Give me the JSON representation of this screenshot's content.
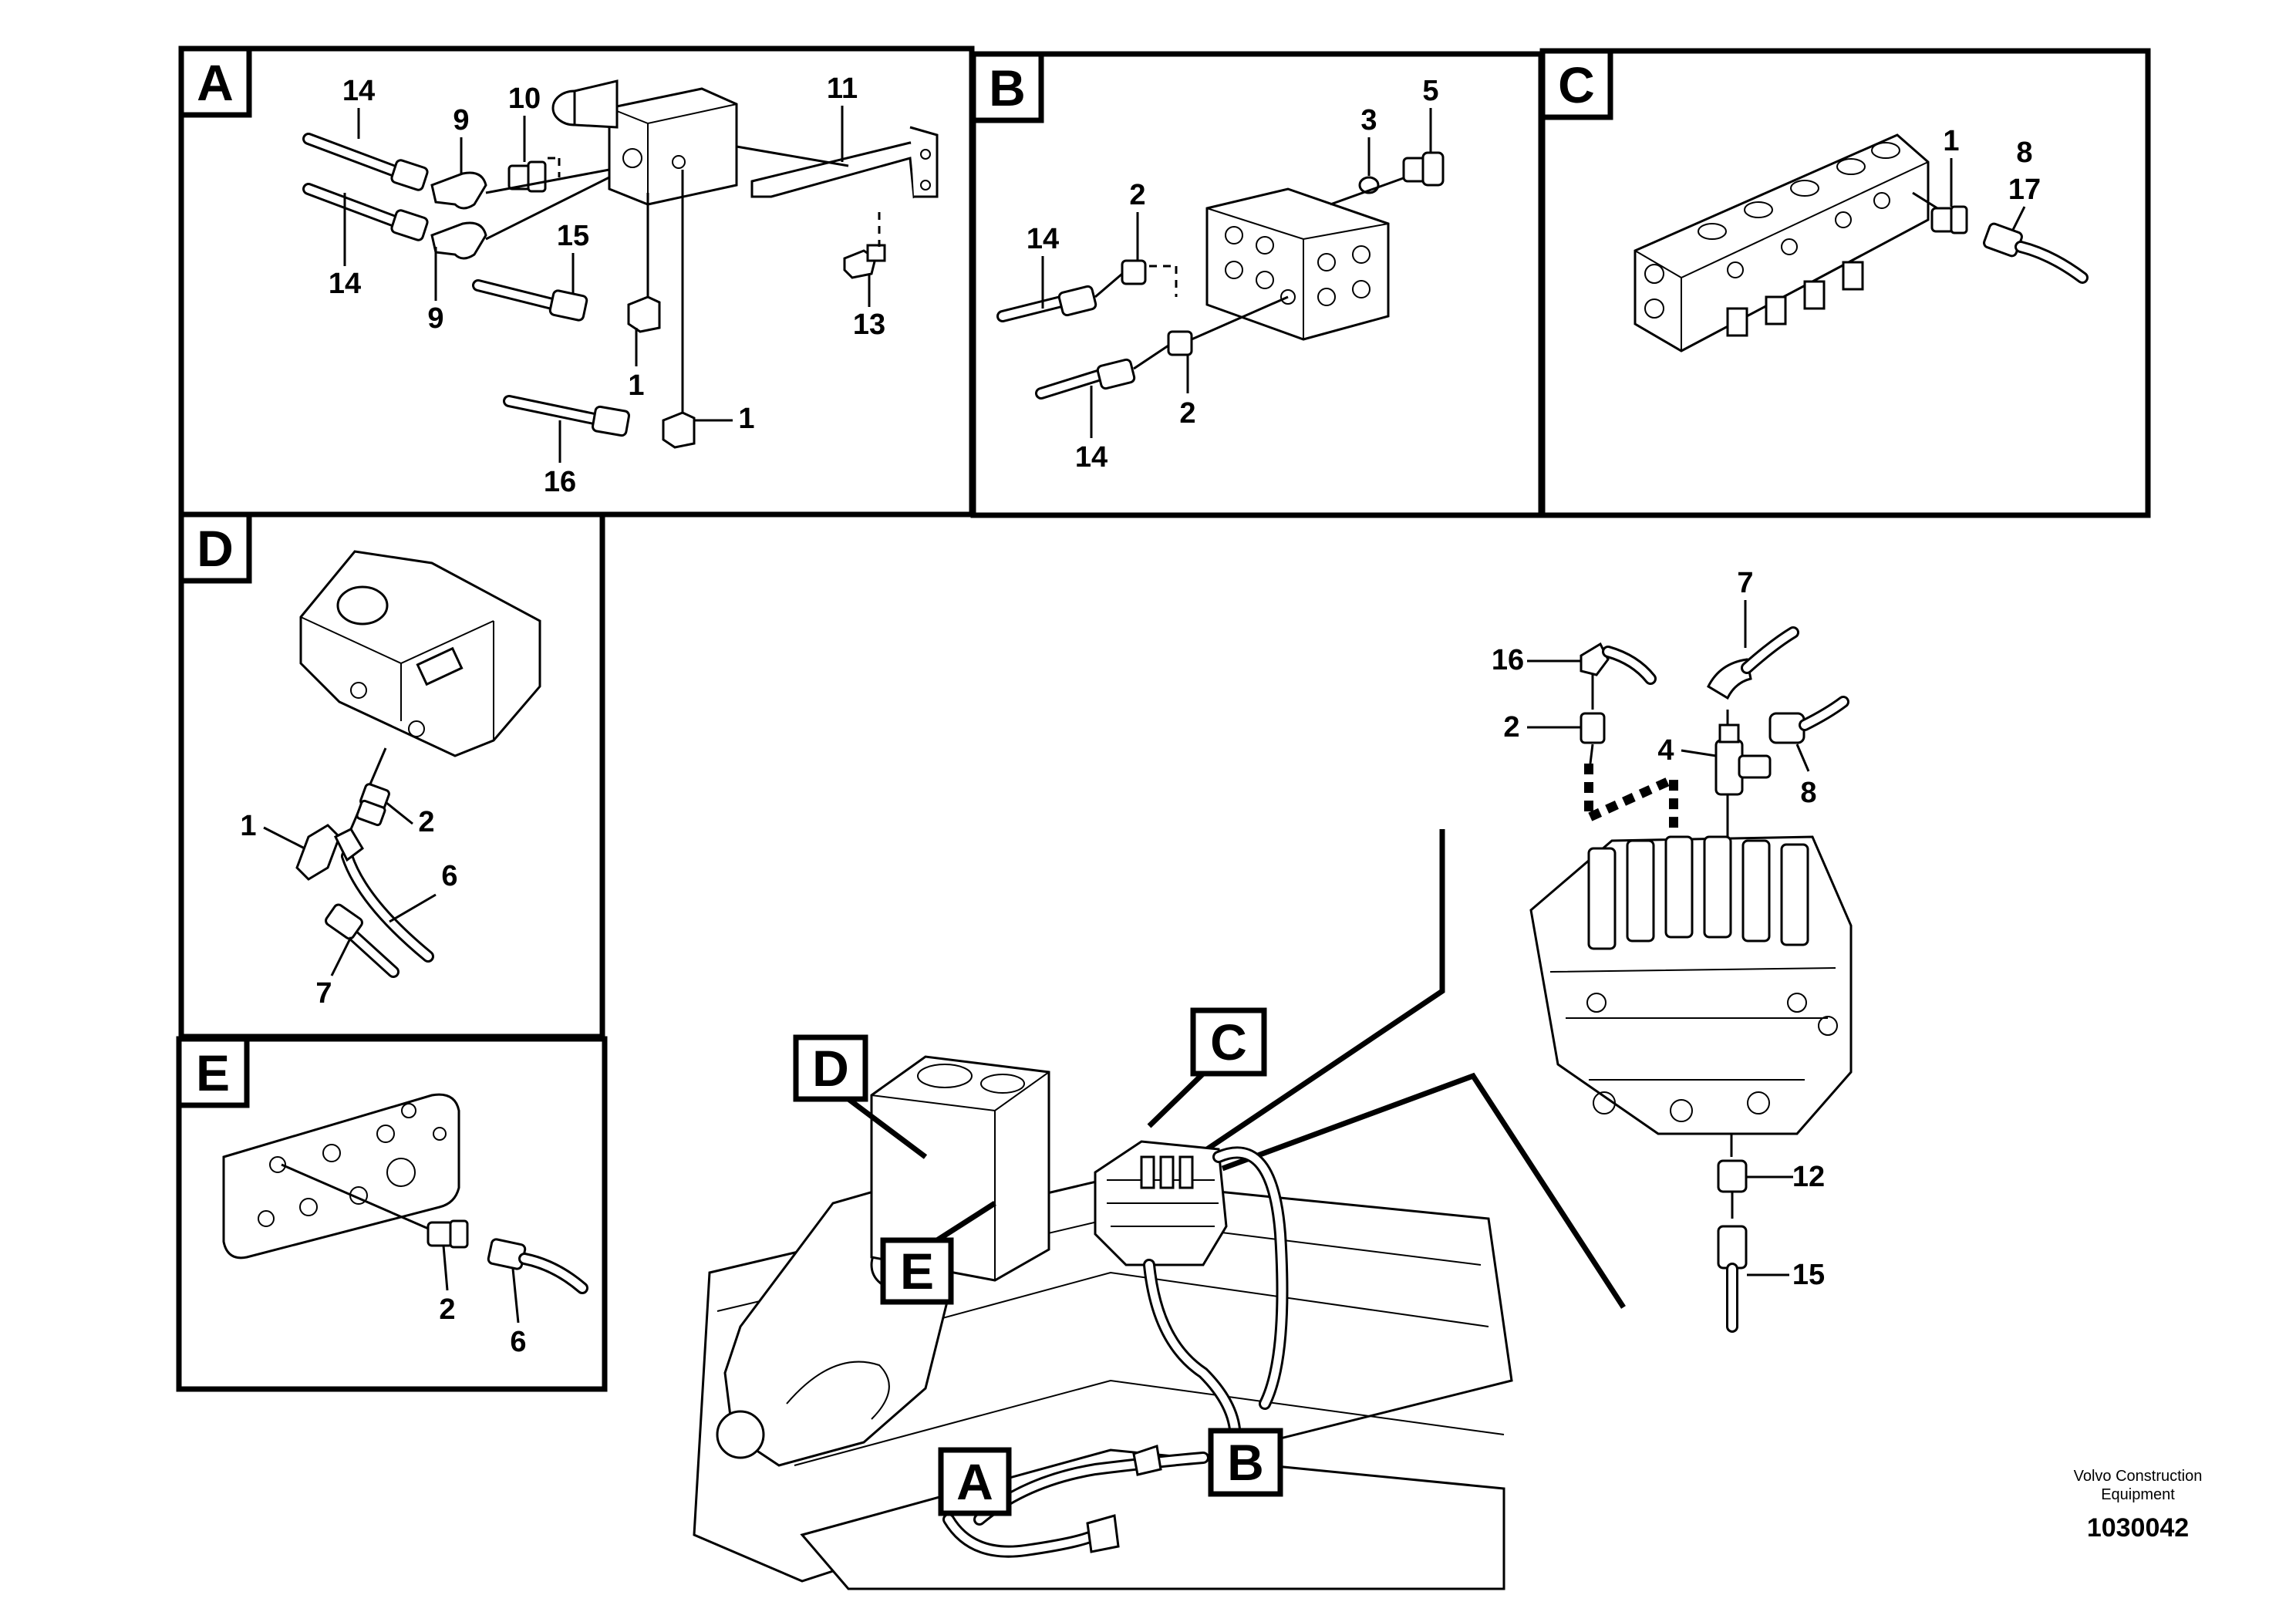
{
  "panels": {
    "a": {
      "tag": "A",
      "callouts": {
        "p14a": "14",
        "p9a": "9",
        "p10": "10",
        "p11": "11",
        "p14b": "14",
        "p9b": "9",
        "p15": "15",
        "p13": "13",
        "p1a": "1",
        "p1b": "1",
        "p16": "16"
      }
    },
    "b": {
      "tag": "B",
      "callouts": {
        "p3": "3",
        "p5": "5",
        "p2a": "2",
        "p14a": "14",
        "p2b": "2",
        "p14b": "14"
      }
    },
    "c": {
      "tag": "C",
      "callouts": {
        "p1": "1",
        "p8": "8",
        "p17": "17"
      }
    },
    "d": {
      "tag": "D",
      "callouts": {
        "p2": "2",
        "p1": "1",
        "p6": "6",
        "p7": "7"
      }
    },
    "e": {
      "tag": "E",
      "callouts": {
        "p2": "2",
        "p6": "6"
      }
    }
  },
  "valve_detail": {
    "callouts": {
      "p7": "7",
      "p16": "16",
      "p2": "2",
      "p4": "4",
      "p8": "8",
      "p12": "12",
      "p15": "15"
    }
  },
  "overview": {
    "tags": {
      "a": "A",
      "b": "B",
      "c": "C",
      "d": "D",
      "e": "E"
    }
  },
  "footer": {
    "company_line1": "Volvo Construction",
    "company_line2": "Equipment",
    "drawing_number": "1030042"
  }
}
